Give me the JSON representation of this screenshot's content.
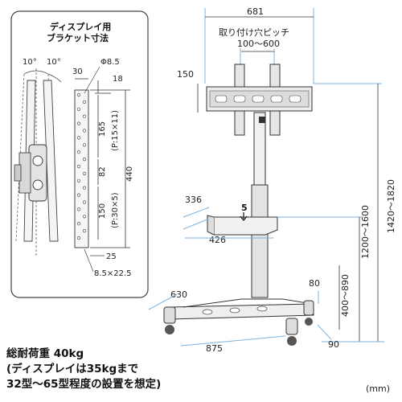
{
  "inset": {
    "title_line1": "ディスプレイ用",
    "title_line2": "ブラケット寸法",
    "tilt_left": "10°",
    "tilt_right": "10°",
    "dim_30": "30",
    "dim_hole": "Φ8.5",
    "dim_18": "18",
    "dim_165": "165",
    "dim_pitch1": "(P:15×11)",
    "dim_82": "82",
    "dim_440": "440",
    "dim_150": "150",
    "dim_pitch2": "(P:30×5)",
    "dim_25": "25",
    "dim_slot": "8.5×22.5"
  },
  "stand": {
    "dim_681": "681",
    "mount_label_line1": "取り付け穴ピッチ",
    "mount_label_line2": "100〜600",
    "dim_150": "150",
    "dim_336": "336",
    "dim_5": "5",
    "dim_426": "426",
    "dim_1200_1600": "1200〜1600",
    "dim_1420_1820": "1420〜1820",
    "dim_80": "80",
    "dim_400_890": "400〜890",
    "dim_630": "630",
    "dim_875": "875",
    "dim_90": "90"
  },
  "notes": {
    "line1": "総耐荷重 40kg",
    "line2": "(ディスプレイは35kgまで",
    "line3": "32型〜65型程度の設置を想定)"
  },
  "unit": "(mm)",
  "colors": {
    "dimension_blue": "#7fb2de",
    "outline": "#333333",
    "metal_fill": "#e8e8e8"
  }
}
